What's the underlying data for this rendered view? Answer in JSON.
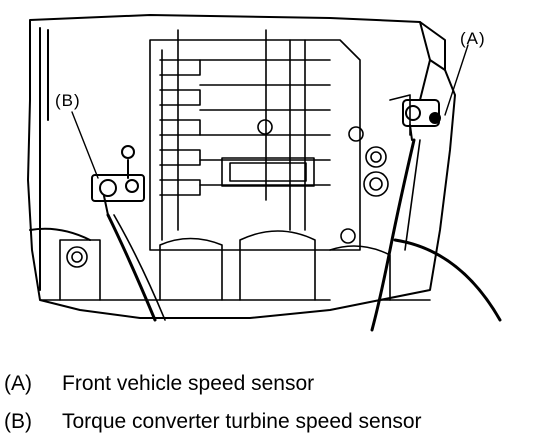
{
  "diagram": {
    "callouts": {
      "a": "(A)",
      "b": "(B)"
    },
    "legend": [
      {
        "key": "(A)",
        "text": "Front vehicle speed sensor"
      },
      {
        "key": "(B)",
        "text": "Torque converter turbine speed sensor"
      }
    ],
    "colors": {
      "line": "#000000",
      "background": "#ffffff"
    }
  }
}
